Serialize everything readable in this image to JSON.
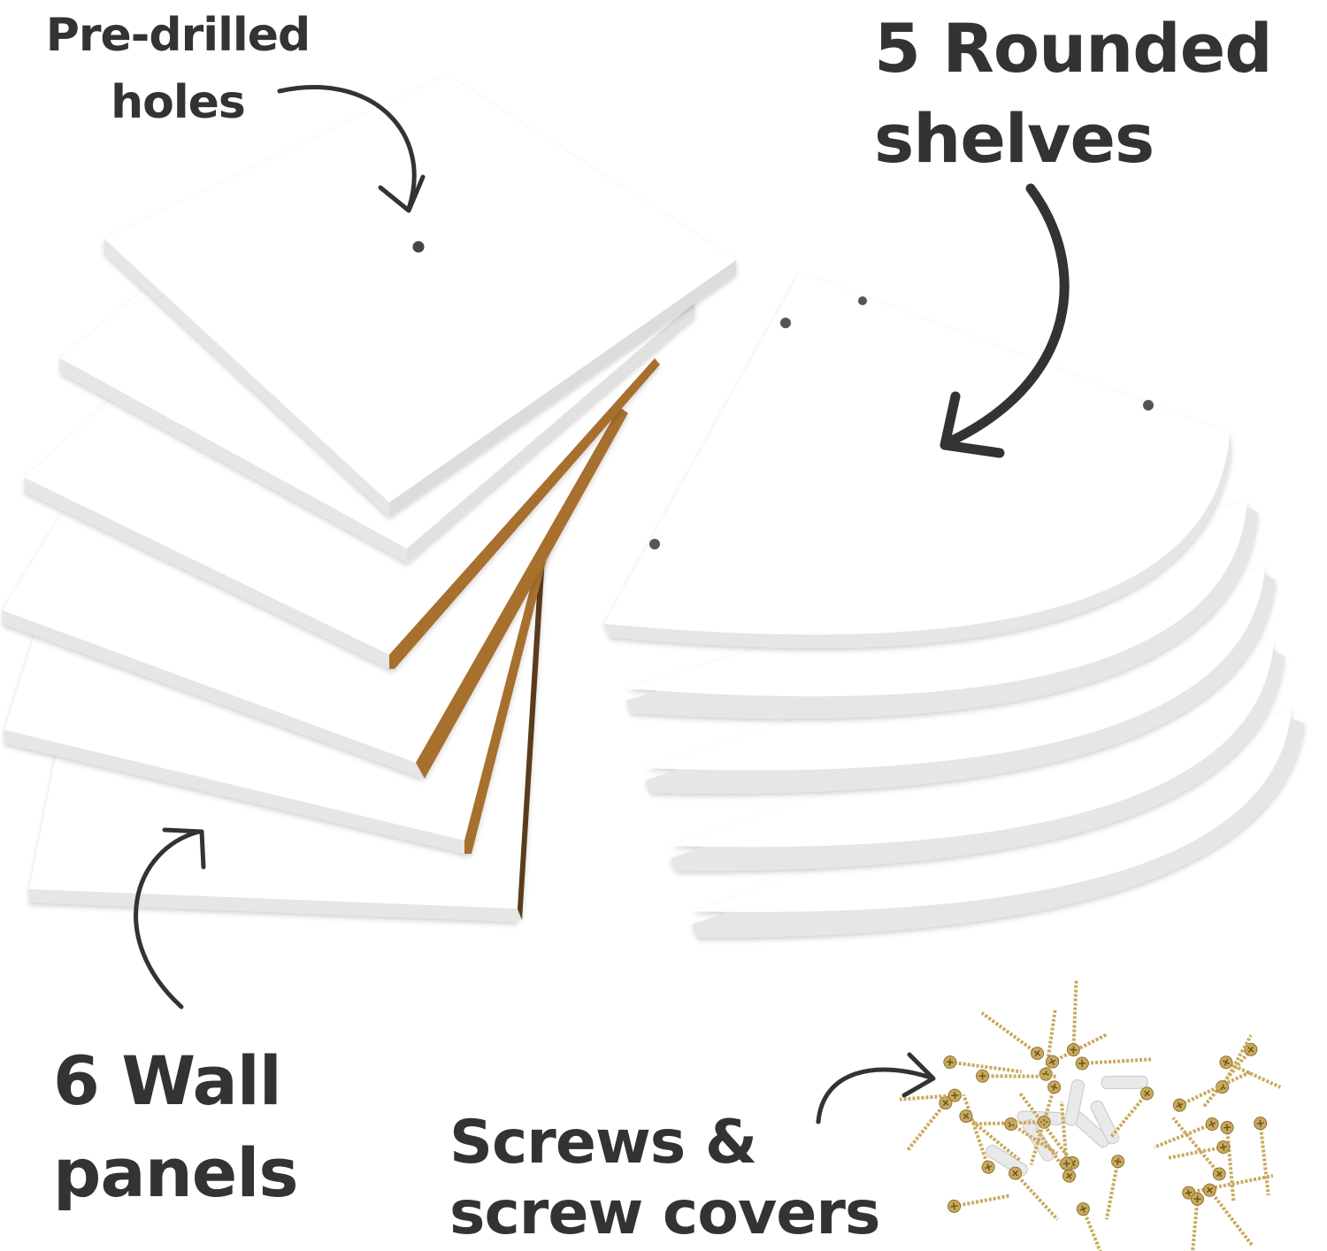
{
  "labels": {
    "pre_drilled": [
      "Pre-drilled",
      "holes"
    ],
    "rounded_shelves": [
      "5 Rounded",
      "shelves"
    ],
    "wall_panels": [
      "6 Wall",
      "panels"
    ],
    "screws": [
      "Screws &",
      "screw covers"
    ]
  },
  "colors": {
    "text": "#333333",
    "panel_face": "#ffffff",
    "panel_edge": "#e6e6e6",
    "mdf_core": "#a8702e",
    "screw_brass": "#c9a95c",
    "anchor_plug": "#e9e9e9"
  },
  "counts": {
    "wall_panels": 6,
    "rounded_shelves": 5
  }
}
